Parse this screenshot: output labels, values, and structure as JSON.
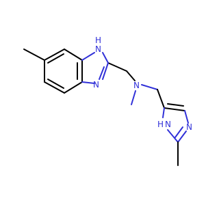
{
  "molecule": {
    "atoms": {
      "n_bzim_nh": "N",
      "h_bzim": "H",
      "n_bzim": "N",
      "n_amine": "N",
      "n_imid_nh": "N",
      "h_imid": "H",
      "n_imid": "N"
    }
  },
  "colors": {
    "bond": "#000000",
    "heteroatom": "#3030d8",
    "background": "#ffffff"
  }
}
